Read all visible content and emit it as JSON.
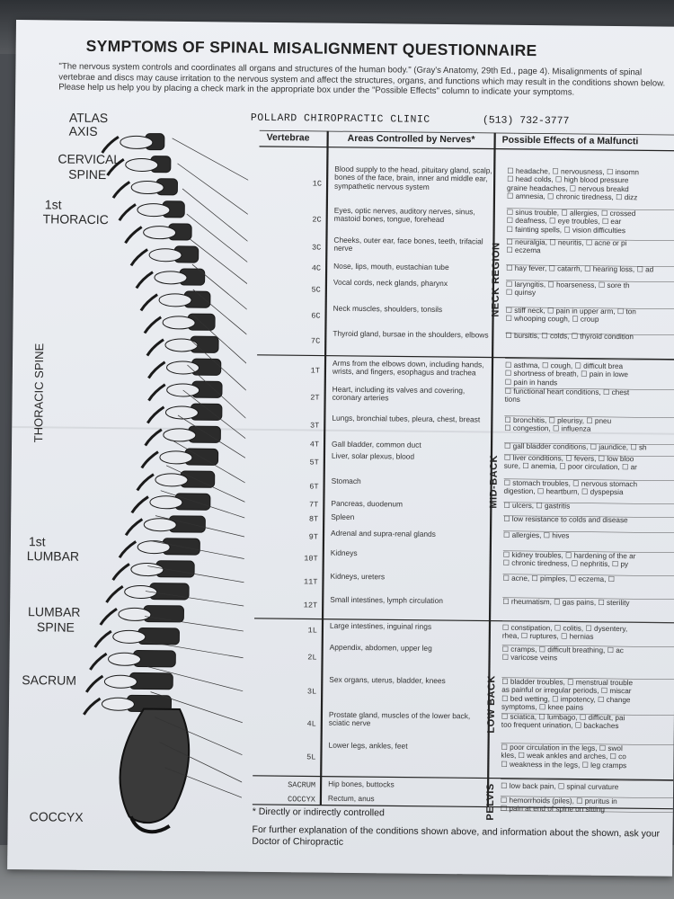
{
  "title": "SYMPTOMS OF SPINAL MISALIGNMENT QUESTIONNAIRE",
  "intro": "\"The nervous system controls and coordinates all organs and structures of the human body.\" (Gray's Anatomy, 29th Ed., page 4). Misalignments of spinal vertebrae and discs may cause irritation to the nervous system and affect the structures, organs, and functions which may result in the conditions shown below. Please help us help you by placing a check mark in the appropriate box under the \"Possible Effects\" column to indicate your symptoms.",
  "clinic_name": "POLLARD CHIROPRACTIC CLINIC",
  "clinic_phone": "(513) 732-3777",
  "spine_labels": {
    "atlas": "ATLAS",
    "axis": "AXIS",
    "cervical_1": "CERVICAL",
    "cervical_2": "SPINE",
    "first_thoracic_1": "1st",
    "first_thoracic_2": "THORACIC",
    "thoracic_spine": "THORACIC SPINE",
    "first_lumbar_1": "1st",
    "first_lumbar_2": "LUMBAR",
    "lumbar_spine_1": "LUMBAR",
    "lumbar_spine_2": "SPINE",
    "sacrum": "SACRUM",
    "coccyx": "COCCYX"
  },
  "table": {
    "headers": {
      "vertebrae": "Vertebrae",
      "areas": "Areas Controlled by Nerves*",
      "effects": "Possible Effects of a Malfuncti"
    },
    "regions": {
      "neck": "NECK REGION",
      "mid_back": "MID-BACK",
      "low_back": "LOW BACK",
      "pelvis": "PELVIS"
    },
    "rows": [
      {
        "v": "1C",
        "area": "Blood supply to the head, pituitary gland, scalp, bones of the face, brain, inner and middle ear, sympathetic nervous system",
        "effects": "☐ headache, ☐ nervousness, ☐ insomn\n☐ head colds, ☐ high blood pressure\ngraine headaches, ☐ nervous breakd\n☐ amnesia, ☐ chronic tiredness, ☐ dizz"
      },
      {
        "v": "2C",
        "area": "Eyes, optic nerves, auditory nerves, sinus, mastoid bones, tongue, forehead",
        "effects": "☐ sinus trouble, ☐ allergies, ☐ crossed\n☐ deafness, ☐ eye troubles, ☐ ear\n☐ fainting spells, ☐ vision difficulties"
      },
      {
        "v": "3C",
        "area": "Cheeks, outer ear, face bones, teeth, trifacial nerve",
        "effects": "☐ neuralgia, ☐ neuritis, ☐ acne or pi\n☐ eczema"
      },
      {
        "v": "4C",
        "area": "Nose, lips, mouth, eustachian tube",
        "effects": "☐ hay fever, ☐ catarrh, ☐ hearing loss, ☐ ad"
      },
      {
        "v": "5C",
        "area": "Vocal cords, neck glands, pharynx",
        "effects": "☐ laryngitis, ☐ hoarseness, ☐ sore th\n☐ quinsy"
      },
      {
        "v": "6C",
        "area": "Neck muscles, shoulders, tonsils",
        "effects": "☐ stiff neck, ☐ pain in upper arm, ☐ ton\n☐ whooping cough, ☐ croup"
      },
      {
        "v": "7C",
        "area": "Thyroid gland, bursae in the shoulders, elbows",
        "effects": "☐ bursitis, ☐ colds, ☐ thyroid condition"
      },
      {
        "v": "1T",
        "area": "Arms from the elbows down, including hands, wrists, and fingers, esophagus and trachea",
        "effects": "☐ asthma, ☐ cough, ☐ difficult brea\n☐ shortness of breath, ☐ pain in lowe\n☐ pain in hands"
      },
      {
        "v": "2T",
        "area": "Heart, including its valves and covering, coronary arteries",
        "effects": "☐ functional heart conditions, ☐ chest\ntions"
      },
      {
        "v": "3T",
        "area": "Lungs, bronchial tubes, pleura, chest, breast",
        "effects": "☐ bronchitis, ☐ pleurisy, ☐ pneu\n☐ congestion, ☐ influenza"
      },
      {
        "v": "4T",
        "area": "Gall bladder, common duct",
        "effects": "☐ gall bladder conditions, ☐ jaundice, ☐ sh"
      },
      {
        "v": "5T",
        "area": "Liver, solar plexus, blood",
        "effects": "☐ liver conditions, ☐ fevers, ☐ low bloo\nsure, ☐ anemia, ☐ poor circulation, ☐ ar"
      },
      {
        "v": "6T",
        "area": "Stomach",
        "effects": "☐ stomach troubles, ☐ nervous stomach\ndigestion, ☐ heartburn, ☐ dyspepsia"
      },
      {
        "v": "7T",
        "area": "Pancreas, duodenum",
        "effects": "☐ ulcers, ☐ gastritis"
      },
      {
        "v": "8T",
        "area": "Spleen",
        "effects": "☐ low resistance to colds and disease"
      },
      {
        "v": "9T",
        "area": "Adrenal and supra-renal glands",
        "effects": "☐ allergies, ☐ hives"
      },
      {
        "v": "10T",
        "area": "Kidneys",
        "effects": "☐ kidney troubles, ☐ hardening of the ar\n☐ chronic tiredness, ☐ nephritis, ☐ py"
      },
      {
        "v": "11T",
        "area": "Kidneys, ureters",
        "effects": "☐ acne, ☐ pimples, ☐ eczema, ☐"
      },
      {
        "v": "12T",
        "area": "Small intestines, lymph circulation",
        "effects": "☐ rheumatism, ☐ gas pains, ☐ sterility"
      },
      {
        "v": "1L",
        "area": "Large intestines, inguinal rings",
        "effects": "☐ constipation, ☐ colitis, ☐ dysentery,\nrhea, ☐ ruptures, ☐ hernias"
      },
      {
        "v": "2L",
        "area": "Appendix, abdomen, upper leg",
        "effects": "☐ cramps, ☐ difficult breathing, ☐ ac\n☐ varicose veins"
      },
      {
        "v": "3L",
        "area": "Sex organs, uterus, bladder, knees",
        "effects": "☐ bladder troubles, ☐ menstrual trouble\nas painful or irregular periods, ☐ miscar\n☐ bed wetting, ☐ impotency, ☐ change\nsymptoms, ☐ knee pains"
      },
      {
        "v": "4L",
        "area": "Prostate gland, muscles of the lower back, sciatic nerve",
        "effects": "☐ sciatica, ☐ lumbago, ☐ difficult, pai\ntoo frequent urination, ☐ backaches"
      },
      {
        "v": "5L",
        "area": "Lower legs, ankles, feet",
        "effects": "☐ poor circulation in the legs, ☐ swol\nkles, ☐ weak ankles and arches, ☐ co\n☐ weakness in the legs, ☐ leg cramps"
      },
      {
        "v": "SACRUM",
        "area": "Hip bones, buttocks",
        "effects": "☐ low back pain, ☐ spinal curvature"
      },
      {
        "v": "COCCYX",
        "area": "Rectum, anus",
        "effects": "☐ hemorrhoids (piles), ☐ pruritus in\n☐ pain at end of spine on sitting"
      }
    ]
  },
  "footnote": "* Directly or indirectly controlled",
  "footer_text": "For further explanation of the conditions shown above, and information about the shown, ask your Doctor of Chiropractic",
  "colors": {
    "paper": "#e9ecf0",
    "ink": "#222222",
    "background": "#4a4d52"
  }
}
